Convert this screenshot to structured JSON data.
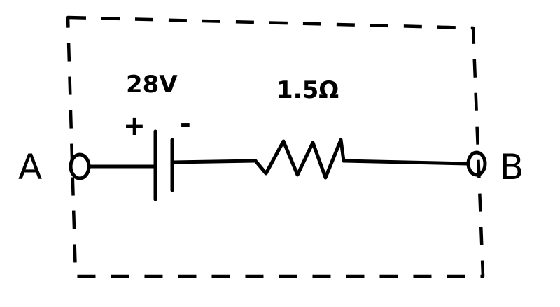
{
  "diagram": {
    "terminal_a": "A",
    "terminal_b": "B",
    "battery_voltage": "28V",
    "battery_positive": "+",
    "battery_negative": "-",
    "resistance": "1.5Ω"
  }
}
